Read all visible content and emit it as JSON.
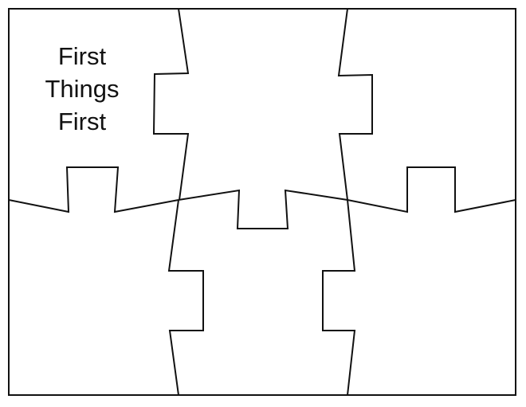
{
  "piece_label": {
    "lines": [
      "First",
      "Things",
      "First"
    ]
  }
}
